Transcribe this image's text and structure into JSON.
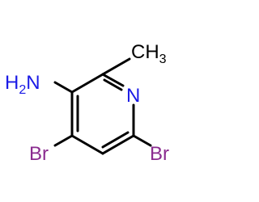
{
  "molecule": {
    "atoms": {
      "methyl": {
        "main": "CH",
        "sub": "3"
      },
      "amine": {
        "main1": "H",
        "sub": "2",
        "main2": "N"
      },
      "ring_nitrogen": {
        "label": "N"
      },
      "bromine_left": {
        "label": "Br"
      },
      "bromine_right": {
        "label": "Br"
      }
    },
    "colors": {
      "bond": "#000000",
      "carbon": "#000000",
      "nitrogen": "#1a1ae6",
      "bromine": "#8a2b8f"
    }
  }
}
